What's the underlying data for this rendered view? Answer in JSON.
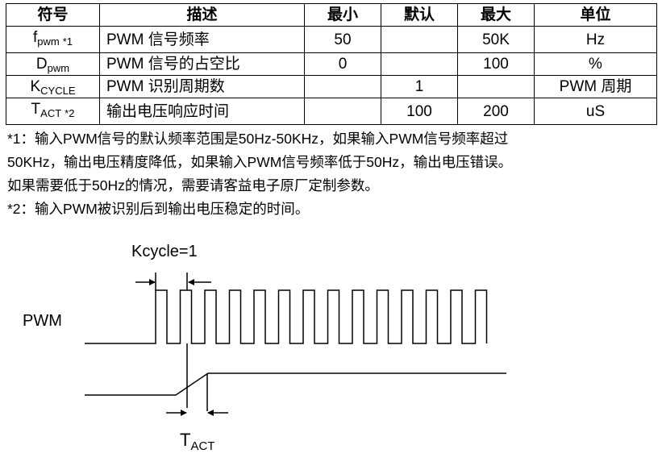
{
  "table": {
    "headers": [
      "符号",
      "描述",
      "最小",
      "默认",
      "最大",
      "单位"
    ],
    "rows": [
      {
        "sym": "f",
        "sub": "pwm",
        "note": "*1",
        "desc": "PWM  信号频率",
        "min": "50",
        "def": "",
        "max": "50K",
        "unit": "Hz"
      },
      {
        "sym": "D",
        "sub": "pwm",
        "note": "",
        "desc": "PWM  信号的占空比",
        "min": "0",
        "def": "",
        "max": "100",
        "unit": "%"
      },
      {
        "sym": "K",
        "sub": "CYCLE",
        "note": "",
        "desc": "PWM 识别周期数",
        "min": "",
        "def": "1",
        "max": "",
        "unit": "PWM 周期"
      },
      {
        "sym": "T",
        "sub": "ACT",
        "note": "*2",
        "desc": "输出电压响应时间",
        "min": "",
        "def": "100",
        "max": "200",
        "unit": "uS"
      }
    ]
  },
  "notes": [
    "*1：输入PWM信号的默认频率范围是50Hz-50KHz，如果输入PWM信号频率超过",
    "50KHz，输出电压精度降低，如果输入PWM信号频率低于50Hz，输出电压错误。",
    "如果需要低于50Hz的情况，需要请客益电子原厂定制参数。",
    "*2：输入PWM被识别后到输出电压稳定的时间。"
  ],
  "diagram": {
    "kcycle_label": "Kcycle=1",
    "pwm_label": "PWM",
    "tact_main": "T",
    "tact_sub": "ACT",
    "pulse_count": 14
  }
}
